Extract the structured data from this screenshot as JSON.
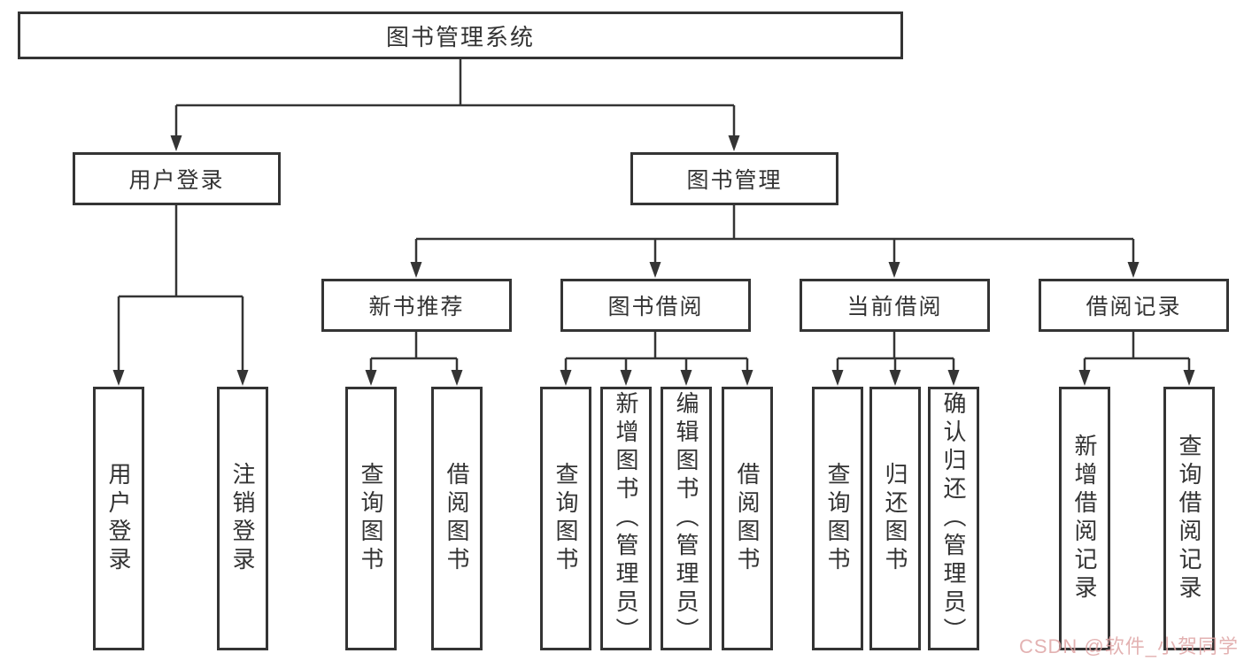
{
  "tree": {
    "root": {
      "label": "图书管理系统"
    },
    "branches": [
      {
        "label": "用户登录",
        "children": [
          {
            "label": "用户登录"
          },
          {
            "label": "注销登录"
          }
        ]
      },
      {
        "label": "图书管理",
        "children": [
          {
            "label": "新书推荐",
            "children": [
              {
                "label": "查询图书"
              },
              {
                "label": "借阅图书"
              }
            ]
          },
          {
            "label": "图书借阅",
            "children": [
              {
                "label": "查询图书"
              },
              {
                "label": "新增图书（管理员）"
              },
              {
                "label": "编辑图书（管理员）"
              },
              {
                "label": "借阅图书"
              }
            ]
          },
          {
            "label": "当前借阅",
            "children": [
              {
                "label": "查询图书"
              },
              {
                "label": "归还图书"
              },
              {
                "label": "确认归还（管理员）"
              }
            ]
          },
          {
            "label": "借阅记录",
            "children": [
              {
                "label": "新增借阅记录"
              },
              {
                "label": "查询借阅记录"
              }
            ]
          }
        ]
      }
    ]
  },
  "watermark": {
    "text": "CSDN @软件_小贺同学"
  },
  "colors": {
    "line": "#343434",
    "box_border": "#343434",
    "text": "#333333",
    "background": "#ffffff",
    "watermark": "#dea4a4"
  }
}
